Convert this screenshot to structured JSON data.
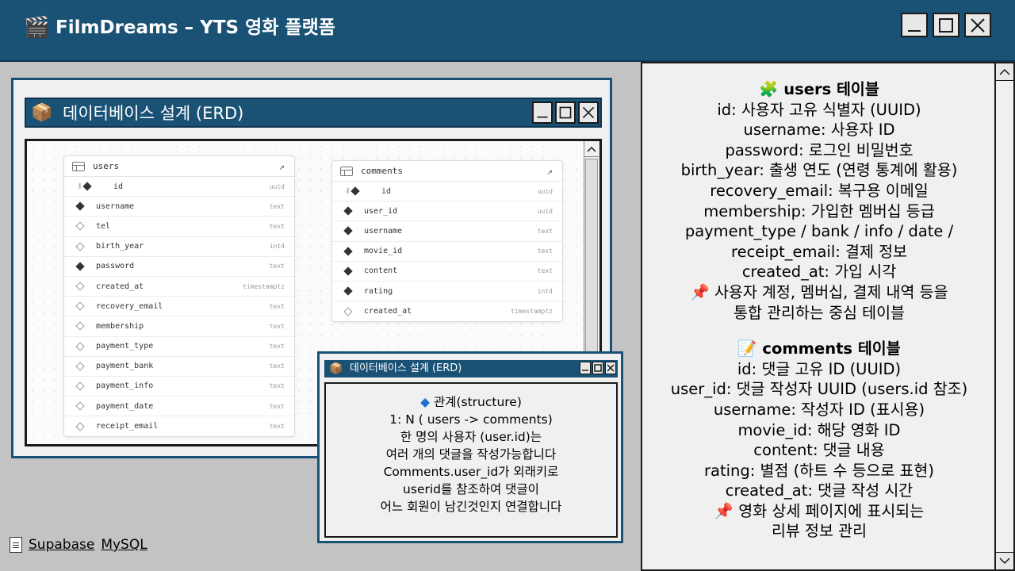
{
  "app": {
    "icon": "🎬",
    "title": "FilmDreams – YTS 영화 플랫폼"
  },
  "erd_window": {
    "icon": "📦",
    "title": "데이터베이스 설계 (ERD)",
    "tables": {
      "users": {
        "name": "users",
        "rows": [
          {
            "field": "id",
            "type": "uuid"
          },
          {
            "field": "username",
            "type": "text"
          },
          {
            "field": "tel",
            "type": "text"
          },
          {
            "field": "birth_year",
            "type": "int4"
          },
          {
            "field": "password",
            "type": "text"
          },
          {
            "field": "created_at",
            "type": "timestamptz"
          },
          {
            "field": "recovery_email",
            "type": "text"
          },
          {
            "field": "membership",
            "type": "text"
          },
          {
            "field": "payment_type",
            "type": "text"
          },
          {
            "field": "payment_bank",
            "type": "text"
          },
          {
            "field": "payment_info",
            "type": "text"
          },
          {
            "field": "payment_date",
            "type": "text"
          },
          {
            "field": "receipt_email",
            "type": "text"
          }
        ]
      },
      "comments": {
        "name": "comments",
        "rows": [
          {
            "field": "id",
            "type": "uuid"
          },
          {
            "field": "user_id",
            "type": "uuid"
          },
          {
            "field": "username",
            "type": "text"
          },
          {
            "field": "movie_id",
            "type": "text"
          },
          {
            "field": "content",
            "type": "text"
          },
          {
            "field": "rating",
            "type": "int4"
          },
          {
            "field": "created_at",
            "type": "timestamptz"
          }
        ]
      }
    }
  },
  "relation_window": {
    "icon": "📦",
    "title": "데이터베이스 설계 (ERD)",
    "heading_icon": "◆",
    "heading": "관계(structure)",
    "lines": [
      "1: N ( users -> comments)",
      "한 명의 사용자 (user.id)는",
      "여러 개의 댓글을 작성가능합니다",
      "Comments.user_id가 외래키로",
      "userid를 참조하여 댓글이",
      "어느 회원이 남긴것인지 연결합니다"
    ]
  },
  "footer": {
    "links": [
      "Supabase",
      "MySQL"
    ]
  },
  "info_panel": {
    "users": {
      "icon": "🧩",
      "title": "users 테이블",
      "lines": [
        "id: 사용자 고유 식별자 (UUID)",
        "username: 사용자 ID",
        "password: 로그인 비밀번호",
        "birth_year: 출생 연도 (연령 통계에 활용)",
        "recovery_email: 복구용 이메일",
        "membership: 가입한 멤버십 등급",
        "payment_type / bank / info / date /",
        "receipt_email: 결제 정보",
        "created_at: 가입 시각"
      ],
      "note_icon": "📌",
      "note_lines": [
        "사용자 계정, 멤버십, 결제 내역 등을",
        "통합 관리하는 중심 테이블"
      ]
    },
    "comments": {
      "icon": "📝",
      "title": "comments 테이블",
      "lines": [
        "id: 댓글 고유 ID (UUID)",
        "user_id: 댓글 작성자 UUID (users.id 참조)",
        "username: 작성자 ID (표시용)",
        "movie_id: 해당 영화 ID",
        "content: 댓글 내용",
        "rating: 별점 (하트 수 등으로 표현)",
        "created_at: 댓글 작성 시간"
      ],
      "note_icon": "📌",
      "note_lines": [
        "영화 상세 페이지에 표시되는",
        "리뷰 정보 관리"
      ]
    }
  },
  "colors": {
    "titlebar": "#1a5276",
    "desktop": "#c3c3c3",
    "panel": "#f0f0f0"
  },
  "icons": {
    "minimize": "minimize-icon",
    "maximize": "maximize-icon",
    "close": "close-icon",
    "scroll_up": "scroll-up-icon",
    "scroll_down": "scroll-down-icon",
    "external_link": "external-link-icon"
  }
}
